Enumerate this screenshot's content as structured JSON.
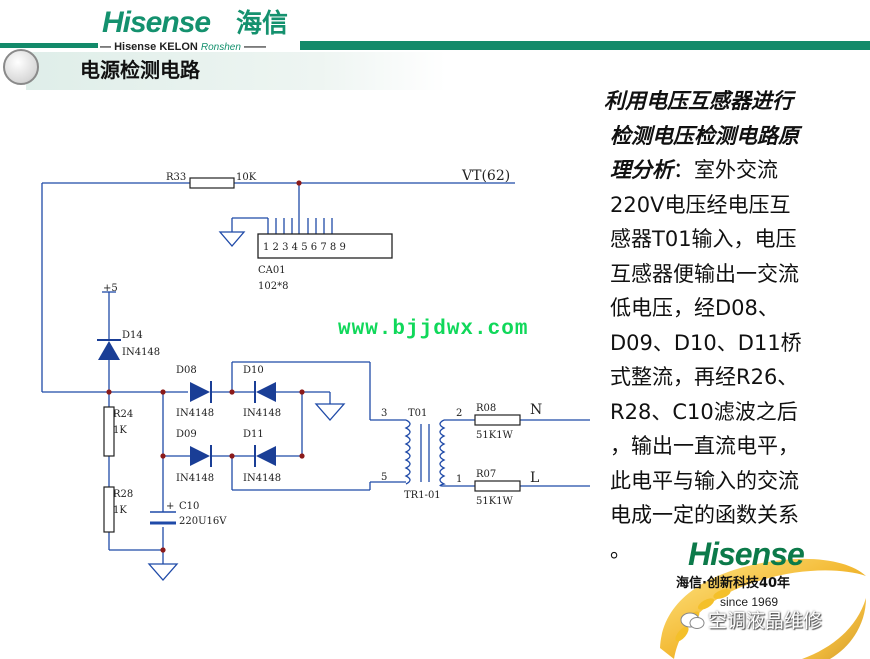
{
  "header": {
    "logo_word": "Hisense",
    "logo_cn": "海信",
    "sub_brand_1": "Hisense",
    "sub_brand_2": "KELON",
    "sub_brand_3": "Ronshen"
  },
  "page_title": "电源检测电路",
  "watermark": "www.bjjdwx.com",
  "schematic": {
    "net_label": "VT(62)",
    "r33": "R33",
    "r33_value": "10K",
    "array_pins": "123456789",
    "array_name": "CA01",
    "array_value": "102*8",
    "supply": "+5",
    "d14": "D14",
    "d14_type": "IN4148",
    "r24": "R24",
    "r24_value": "1K",
    "r28": "R28",
    "r28_value": "1K",
    "d08": "D08",
    "d09": "D09",
    "d10": "D10",
    "d11": "D11",
    "diode_type": "IN4148",
    "c10": "C10",
    "c10_value": "220U16V",
    "t01": "T01",
    "t01_part": "TR1-01",
    "pin3_left": "3",
    "pin5_left": "5",
    "pin2_right": "2",
    "pin1_right": "1",
    "r08": "R08",
    "r08_value": "51K1W",
    "r07": "R07",
    "r07_value": "51K1W",
    "net_n": "N",
    "net_l": "L"
  },
  "description": {
    "emphasis": [
      "利用电压互感器进行",
      "检测电压检测电路原",
      "理分析"
    ],
    "colon": "：",
    "lines": [
      "室外交流",
      "220V电压经电压互",
      "感器T01输入，电压",
      "互感器便输出一交流",
      "低电压，经D08、",
      "D09、D10、D11桥",
      "式整流，再经R26、",
      "R28、C10滤波之后",
      "，输出一直流电平，",
      "此电平与输入的交流",
      "电成一定的函数关系",
      "。"
    ]
  },
  "footer_logo": {
    "word": "Hisense",
    "slogan": "海信·创新科技40年",
    "since": "since 1969"
  },
  "wechat_account": "空调液晶维修",
  "colors": {
    "brand_green": "#14916e",
    "bar_green": "#138a6a",
    "watermark_green": "#10d85a",
    "wire_red": "#8b1a1a",
    "wire_blue": "#1f4aa8"
  }
}
